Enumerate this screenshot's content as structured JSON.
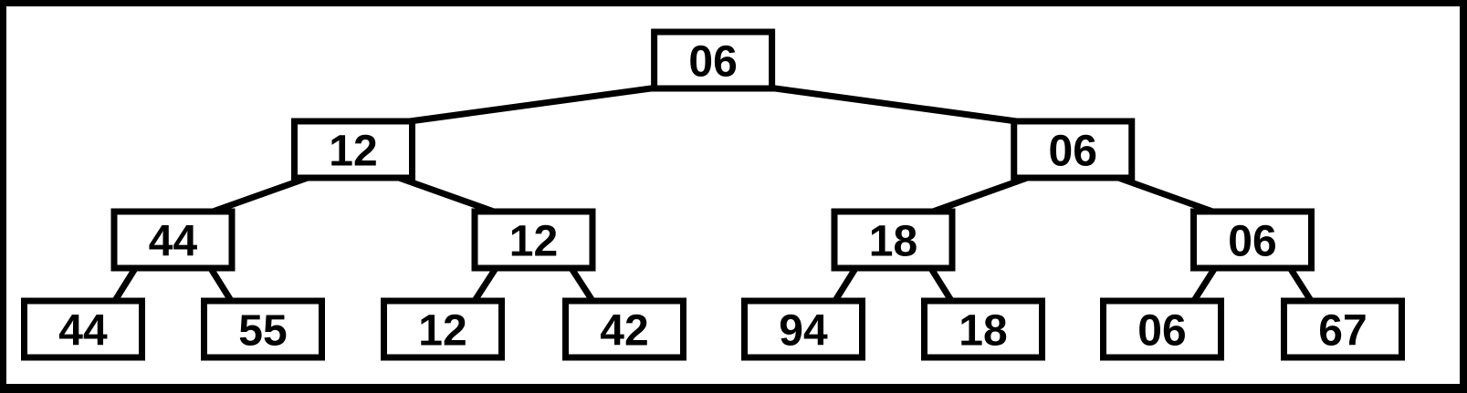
{
  "tree": {
    "nodes": [
      {
        "id": "n0",
        "label": "06",
        "level": 0
      },
      {
        "id": "n1",
        "label": "12",
        "level": 1,
        "parent": "n0"
      },
      {
        "id": "n2",
        "label": "06",
        "level": 1,
        "parent": "n0"
      },
      {
        "id": "n3",
        "label": "44",
        "level": 2,
        "parent": "n1"
      },
      {
        "id": "n4",
        "label": "12",
        "level": 2,
        "parent": "n1"
      },
      {
        "id": "n5",
        "label": "18",
        "level": 2,
        "parent": "n2"
      },
      {
        "id": "n6",
        "label": "06",
        "level": 2,
        "parent": "n2"
      },
      {
        "id": "n7",
        "label": "44",
        "level": 3,
        "parent": "n3"
      },
      {
        "id": "n8",
        "label": "55",
        "level": 3,
        "parent": "n3"
      },
      {
        "id": "n9",
        "label": "12",
        "level": 3,
        "parent": "n4"
      },
      {
        "id": "n10",
        "label": "42",
        "level": 3,
        "parent": "n4"
      },
      {
        "id": "n11",
        "label": "94",
        "level": 3,
        "parent": "n5"
      },
      {
        "id": "n12",
        "label": "18",
        "level": 3,
        "parent": "n5"
      },
      {
        "id": "n13",
        "label": "06",
        "level": 3,
        "parent": "n6"
      },
      {
        "id": "n14",
        "label": "67",
        "level": 3,
        "parent": "n6"
      }
    ]
  }
}
